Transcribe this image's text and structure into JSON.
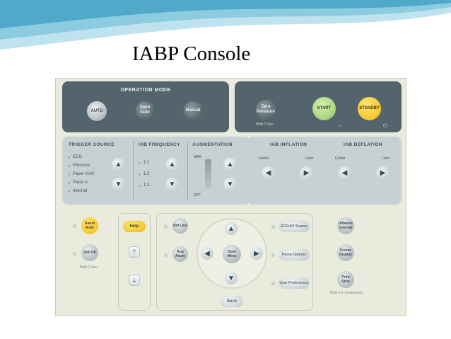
{
  "slide": {
    "title": "IABP Console"
  },
  "operation_mode": {
    "title": "OPERATION MODE",
    "auto": "AUTO",
    "semi_auto": "Semi Auto",
    "manual": "Manual"
  },
  "control_panel": {
    "zero_pressure": "Zero Pressure",
    "hold_note": "Hold 2 Sec.",
    "start": "START",
    "standby": "STANDBY"
  },
  "trigger_source": {
    "title": "TRIGGER SOURCE",
    "options": [
      "ECG",
      "Pressure",
      "Pacer V/AV",
      "Pacer A",
      "Internal"
    ]
  },
  "iab_frequency": {
    "title": "IAB FREQUENCY",
    "options": [
      "1:1",
      "1:2",
      "1:3"
    ]
  },
  "augmentation": {
    "title": "AUGMENTATION",
    "max": "MAX",
    "off": "OFF"
  },
  "iab_inflation": {
    "title": "IAB INFLATION",
    "earlier": "Earlier",
    "later": "Later"
  },
  "iab_deflation": {
    "title": "IAB DEFLATION",
    "earlier": "Earlier",
    "later": "Later"
  },
  "lower": {
    "alarm_mute": "Alarm Mute",
    "iab_fill": "IAB Fill",
    "hold_note": "Hold 2 Sec.",
    "help": "Help",
    "ref_line": "Ref Line",
    "aug_alarm": "Aug Alarm",
    "open_menu": "Open Menu",
    "back": "Back",
    "ecg_ap_source": "ECG/AP Source",
    "pump_options": "Pump Options",
    "user_preferences": "User Preferences",
    "inflation_interval": "Inflation Interval",
    "freeze_display": "Freeze Display",
    "print_strip": "Print Strip",
    "print_note": "Hold For Continuous"
  },
  "colors": {
    "dark_panel": "#54646c",
    "mid_panel": "#c6d1d4",
    "console_bg": "#e9ebdc",
    "start": "#a7d27a",
    "standby": "#f6c72a"
  },
  "icons": [
    "arrow-up-icon",
    "arrow-down-icon",
    "arrow-left-icon",
    "arrow-right-icon",
    "power-icon",
    "page-up-icon",
    "page-down-icon"
  ]
}
